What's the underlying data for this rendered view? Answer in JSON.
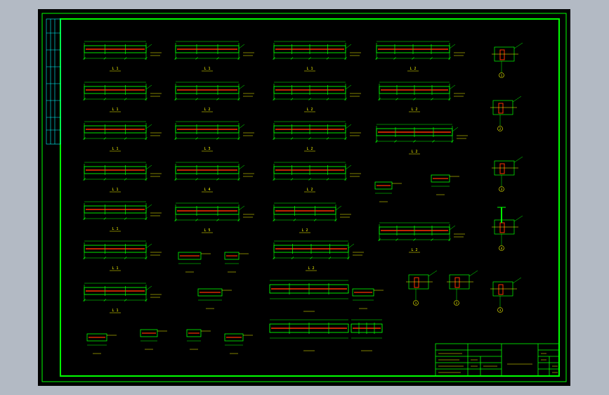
{
  "drawing": {
    "background": "#000000",
    "frame_color": "#00ff00",
    "steel_color": "#ff3300",
    "dimension_color": "#00ff00",
    "text_color": "#ffff00",
    "viewport_color": "#b3bac4"
  },
  "beams": [
    {
      "id": "LL1",
      "label": "L 1"
    },
    {
      "id": "LL2",
      "label": "L 1"
    },
    {
      "id": "LL3",
      "label": "L 1"
    },
    {
      "id": "LL4",
      "label": "L 1"
    },
    {
      "id": "LL5",
      "label": "L 1"
    },
    {
      "id": "LL6",
      "label": "L 1"
    },
    {
      "id": "LL7",
      "label": "L 1"
    },
    {
      "id": "LR1",
      "label": "L 1"
    },
    {
      "id": "LR2",
      "label": "L 2"
    },
    {
      "id": "LR3",
      "label": "L 3"
    },
    {
      "id": "LR4",
      "label": "L 4"
    },
    {
      "id": "LR5",
      "label": "L 5"
    },
    {
      "id": "LC1",
      "label": "L 1"
    },
    {
      "id": "LC2",
      "label": "L 2"
    },
    {
      "id": "LC3",
      "label": "L 2"
    },
    {
      "id": "LC4",
      "label": "L 2"
    },
    {
      "id": "LC5",
      "label": "L 2"
    },
    {
      "id": "LC6",
      "label": "L 2"
    },
    {
      "id": "LD1",
      "label": "L 2"
    },
    {
      "id": "LD2",
      "label": "L 2"
    },
    {
      "id": "LD3",
      "label": "L 2"
    },
    {
      "id": "LD4",
      "label": "L 2"
    }
  ],
  "details": [
    "1",
    "2",
    "3",
    "4",
    "1",
    "2",
    "3"
  ],
  "title_block": {
    "project": "",
    "drawing_name": ""
  }
}
